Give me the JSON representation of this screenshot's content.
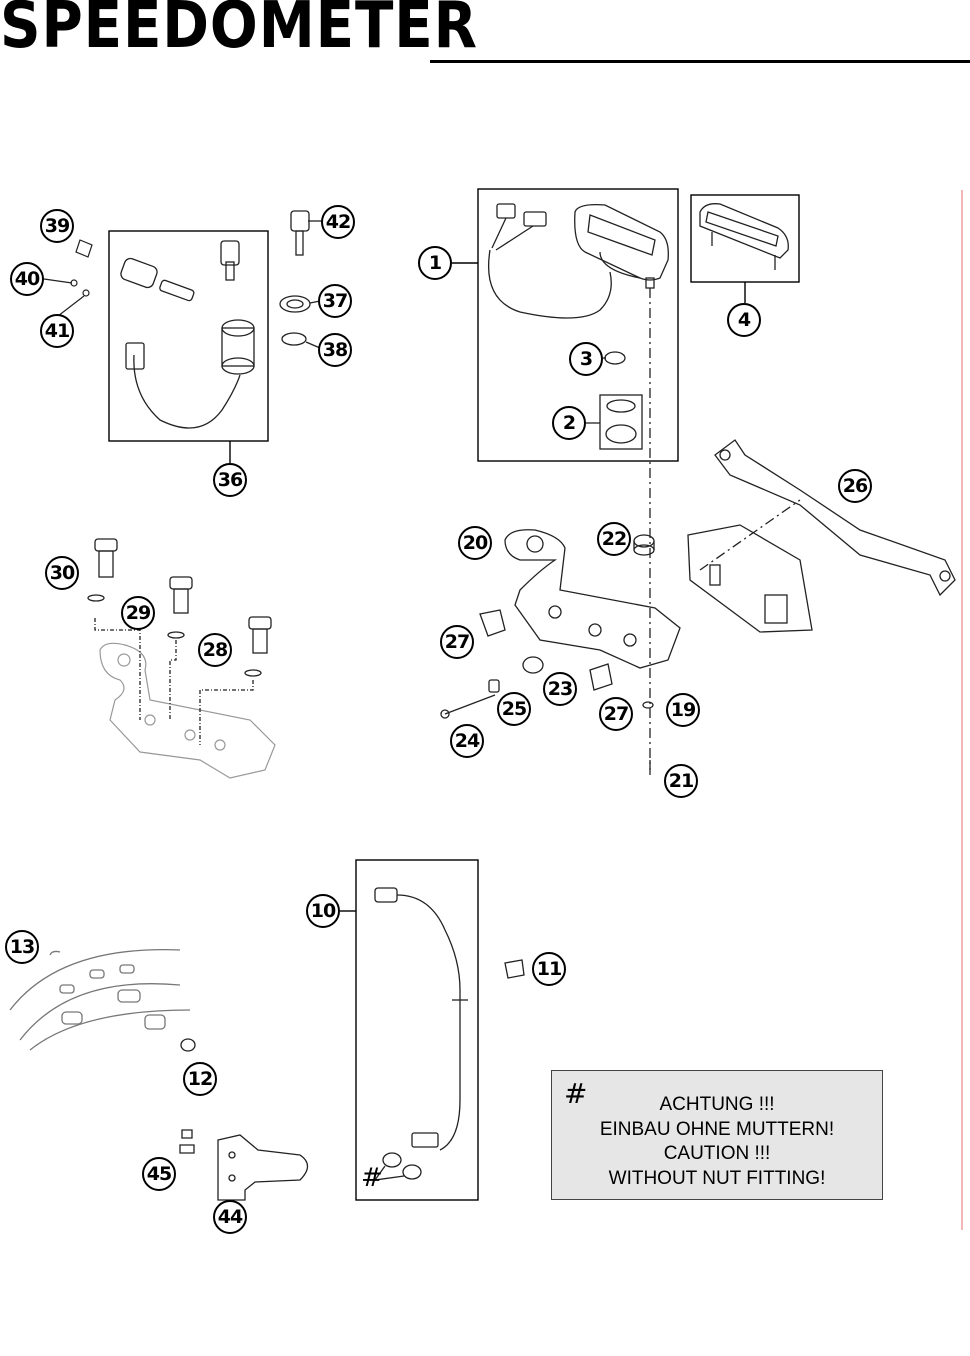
{
  "page_title": "SPEEDOMETER",
  "callouts": {
    "c1": "1",
    "c2": "2",
    "c3": "3",
    "c4": "4",
    "c10": "10",
    "c11": "11",
    "c12": "12",
    "c13": "13",
    "c19": "19",
    "c20": "20",
    "c21": "21",
    "c22": "22",
    "c23": "23",
    "c24": "24",
    "c25": "25",
    "c26": "26",
    "c27a": "27",
    "c27b": "27",
    "c28": "28",
    "c29": "29",
    "c30": "30",
    "c36": "36",
    "c37": "37",
    "c38": "38",
    "c39": "39",
    "c40": "40",
    "c41": "41",
    "c42": "42",
    "c44": "44",
    "c45": "45"
  },
  "note": {
    "symbol": "#",
    "line1": "ACHTUNG !!!",
    "line2": "EINBAU OHNE MUTTERN!",
    "line3": "CAUTION !!!",
    "line4": "WITHOUT NUT FITTING!"
  },
  "marker_symbol": "#"
}
